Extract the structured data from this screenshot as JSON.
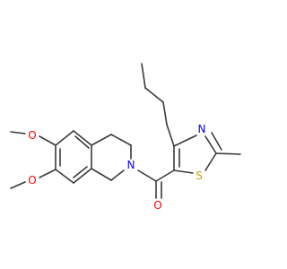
{
  "molecule": {
    "atoms": {
      "oxygen_methoxy_top": {
        "symbol": "O",
        "color": "#ff0000"
      },
      "oxygen_methoxy_bottom": {
        "symbol": "O",
        "color": "#ff0000"
      },
      "nitrogen_ring": {
        "symbol": "N",
        "color": "#0000ff"
      },
      "oxygen_carbonyl": {
        "symbol": "O",
        "color": "#ff0000"
      },
      "nitrogen_thiazole": {
        "symbol": "N",
        "color": "#0000ff"
      },
      "sulfur_thiazole": {
        "symbol": "S",
        "color": "#c8a000"
      }
    },
    "bond_color": "#3a3a3a"
  }
}
